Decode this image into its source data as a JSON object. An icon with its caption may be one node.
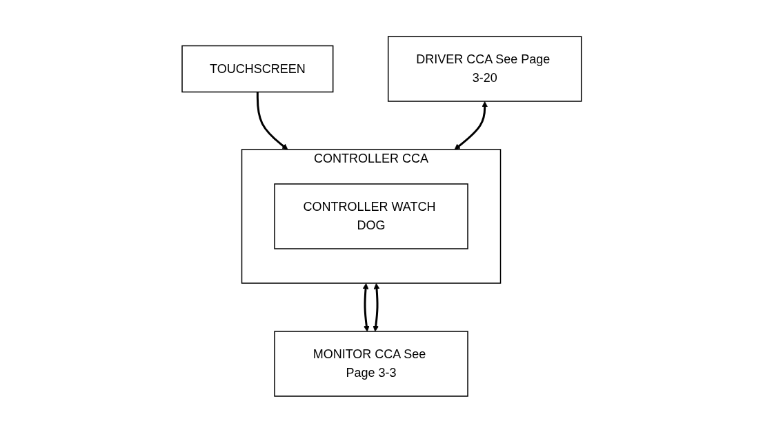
{
  "diagram": {
    "nodes": [
      {
        "text": [
          "TOUCHSCREEN"
        ]
      },
      {
        "text": [
          "CONTROLLER CCA"
        ]
      },
      {
        "text": [
          "CONTROLLER WATCH DOG"
        ],
        "in": 1
      },
      {
        "text": [
          "DRIVER CCA See Page 3-20"
        ]
      },
      {
        "text": [
          "MONITOR CCA See Page 3-3"
        ]
      }
    ],
    "edges": [
      {
        "from": 0,
        "to": 1,
        "arrow": "to"
      },
      {
        "from": 3,
        "to": 1,
        "arrow": "both"
      },
      {
        "from": 1,
        "to": 4,
        "arrow": "both"
      },
      {
        "from": 1,
        "to": 4,
        "arrow": "both"
      }
    ]
  }
}
